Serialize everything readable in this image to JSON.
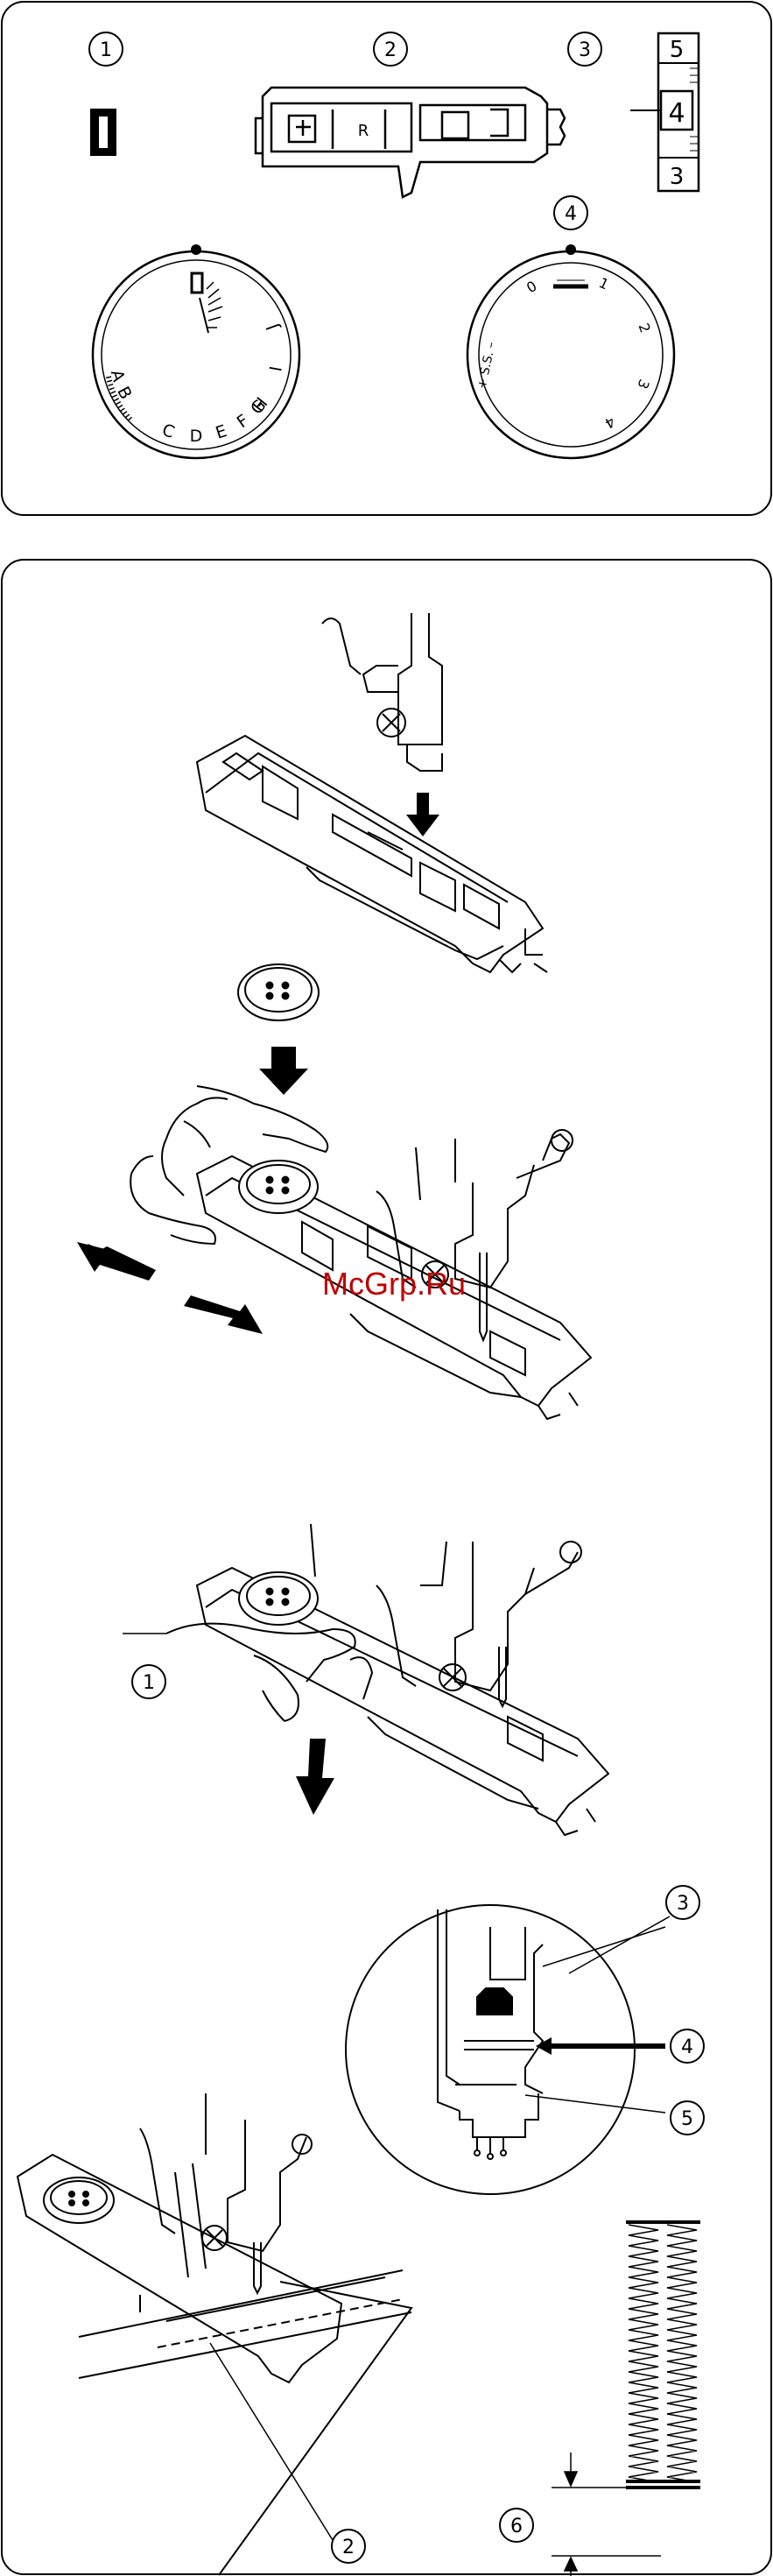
{
  "callouts": {
    "c1": "1",
    "c2": "2",
    "c3": "3",
    "c4": "4",
    "c5": "5",
    "c6": "6"
  },
  "dial_left": {
    "letters": [
      "A",
      "B",
      "C",
      "D",
      "E",
      "F",
      "G",
      "H",
      "I",
      "J"
    ]
  },
  "dial_right": {
    "numbers": [
      "0",
      "1",
      "2",
      "3",
      "4"
    ],
    "ss_label": "+ S.S. –"
  },
  "length_scale": {
    "top": "5",
    "mid": "4",
    "bottom": "3"
  },
  "foot_letter": "R",
  "watermark": "McGrp.Ru"
}
